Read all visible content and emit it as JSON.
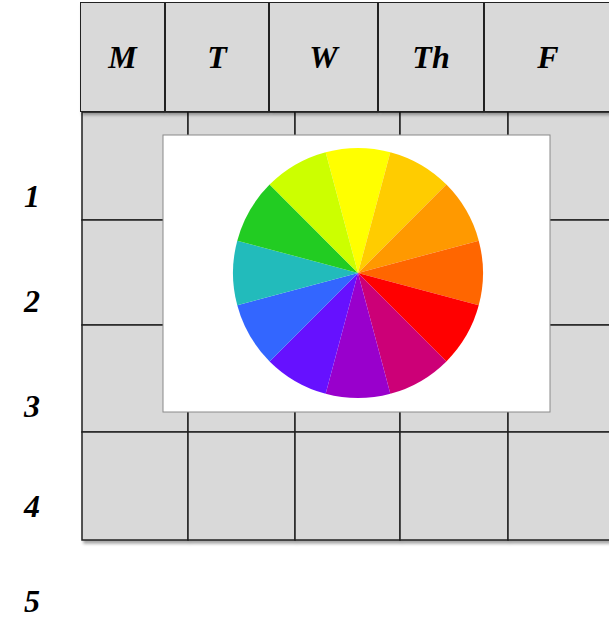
{
  "diagram": {
    "nodes": [
      {
        "text": [
          "M"
        ]
      },
      {
        "text": [
          "T"
        ]
      },
      {
        "text": [
          "W"
        ]
      },
      {
        "text": [
          "Th"
        ]
      },
      {
        "text": [
          "F"
        ]
      }
    ],
    "labels": [
      "1",
      "2",
      "3",
      "4",
      "5"
    ]
  }
}
